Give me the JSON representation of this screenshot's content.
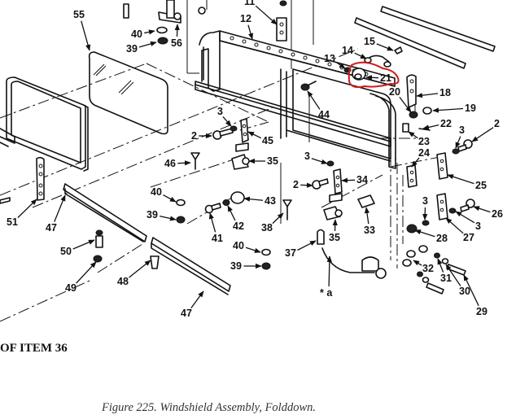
{
  "figure": {
    "caption": "Figure 225.  Windshield Assembly, Folddown.",
    "legend_note": "OF ITEM  36",
    "highlighted_item": "21",
    "highlight_color": "#d11a1a"
  },
  "callouts": [
    {
      "id": "c55",
      "label": "55"
    },
    {
      "id": "c40a",
      "label": "40"
    },
    {
      "id": "c39a",
      "label": "39"
    },
    {
      "id": "c56",
      "label": "56"
    },
    {
      "id": "c11",
      "label": "11"
    },
    {
      "id": "c12",
      "label": "12"
    },
    {
      "id": "c15",
      "label": "15"
    },
    {
      "id": "c14",
      "label": "14"
    },
    {
      "id": "c13",
      "label": "13"
    },
    {
      "id": "c21",
      "label": "21"
    },
    {
      "id": "c18",
      "label": "18"
    },
    {
      "id": "c20",
      "label": "20"
    },
    {
      "id": "c19",
      "label": "19"
    },
    {
      "id": "c44",
      "label": "44"
    },
    {
      "id": "c22",
      "label": "22"
    },
    {
      "id": "c23",
      "label": "23"
    },
    {
      "id": "c2a",
      "label": "2"
    },
    {
      "id": "c3a",
      "label": "3"
    },
    {
      "id": "c3b",
      "label": "3"
    },
    {
      "id": "c2b",
      "label": "2"
    },
    {
      "id": "c45",
      "label": "45"
    },
    {
      "id": "c35a",
      "label": "35"
    },
    {
      "id": "c46",
      "label": "46"
    },
    {
      "id": "c24",
      "label": "24"
    },
    {
      "id": "c25",
      "label": "25"
    },
    {
      "id": "c3c",
      "label": "3"
    },
    {
      "id": "c2c",
      "label": "2"
    },
    {
      "id": "c34",
      "label": "34"
    },
    {
      "id": "c40b",
      "label": "40"
    },
    {
      "id": "c43",
      "label": "43"
    },
    {
      "id": "c39b",
      "label": "39"
    },
    {
      "id": "c42",
      "label": "42"
    },
    {
      "id": "c41",
      "label": "41"
    },
    {
      "id": "c38",
      "label": "38"
    },
    {
      "id": "c33",
      "label": "33"
    },
    {
      "id": "c3d",
      "label": "3"
    },
    {
      "id": "c26",
      "label": "26"
    },
    {
      "id": "c3e",
      "label": "3"
    },
    {
      "id": "c27",
      "label": "27"
    },
    {
      "id": "c28",
      "label": "28"
    },
    {
      "id": "c35b",
      "label": "35"
    },
    {
      "id": "c51",
      "label": "51"
    },
    {
      "id": "c47a",
      "label": "47"
    },
    {
      "id": "c50",
      "label": "50"
    },
    {
      "id": "c49",
      "label": "49"
    },
    {
      "id": "c48",
      "label": "48"
    },
    {
      "id": "c47b",
      "label": "47"
    },
    {
      "id": "c40c",
      "label": "40"
    },
    {
      "id": "c39c",
      "label": "39"
    },
    {
      "id": "c37",
      "label": "37"
    },
    {
      "id": "ca",
      "label": "* a"
    },
    {
      "id": "c32",
      "label": "32"
    },
    {
      "id": "c31",
      "label": "31"
    },
    {
      "id": "c30",
      "label": "30"
    },
    {
      "id": "c29",
      "label": "29"
    }
  ]
}
